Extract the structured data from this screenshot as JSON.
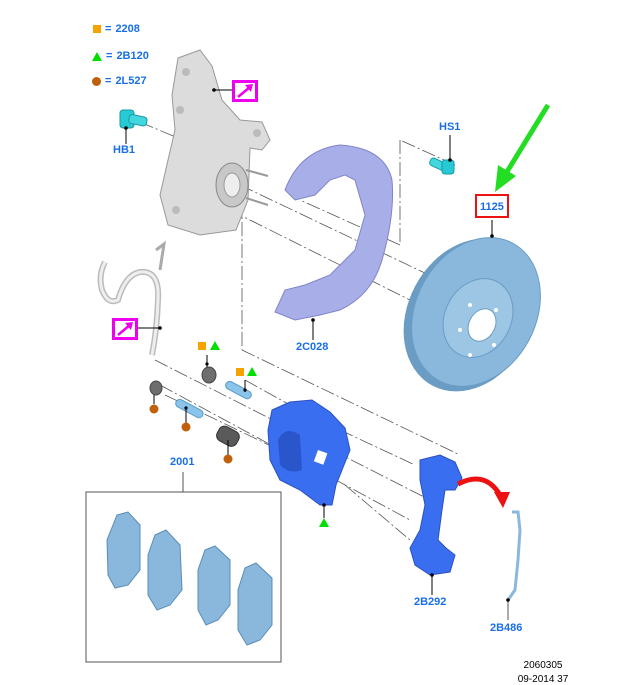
{
  "legend": [
    {
      "symbol": "square",
      "color": "#f5a300",
      "eq": "=",
      "code": "2208"
    },
    {
      "symbol": "triangle",
      "color": "#00e000",
      "eq": "=",
      "code": "2B120"
    },
    {
      "symbol": "circle",
      "color": "#c0600c",
      "eq": "=",
      "code": "2L527"
    }
  ],
  "parts": {
    "hub_bolt": "HB1",
    "shield_bolt": "HS1",
    "brake_disc": "1125",
    "splash_shield": "2C028",
    "brake_pad_kit": "2001",
    "caliper_bracket": "2B292",
    "anti_rattle_clip": "2B486"
  },
  "colors": {
    "label_blue": "#1a6fe8",
    "callout_magenta": "#ee00ee",
    "highlight_red": "#ee1111",
    "pointer_green": "#22dd22",
    "caliper_blue": "#3a6ef0",
    "disc_blue": "#8ab8dc",
    "shield_lavender": "#a8aee8",
    "knuckle_gray": "#d8d8d8"
  },
  "footer": {
    "diagram_id": "2060305",
    "date_code": "09-2014 37"
  }
}
